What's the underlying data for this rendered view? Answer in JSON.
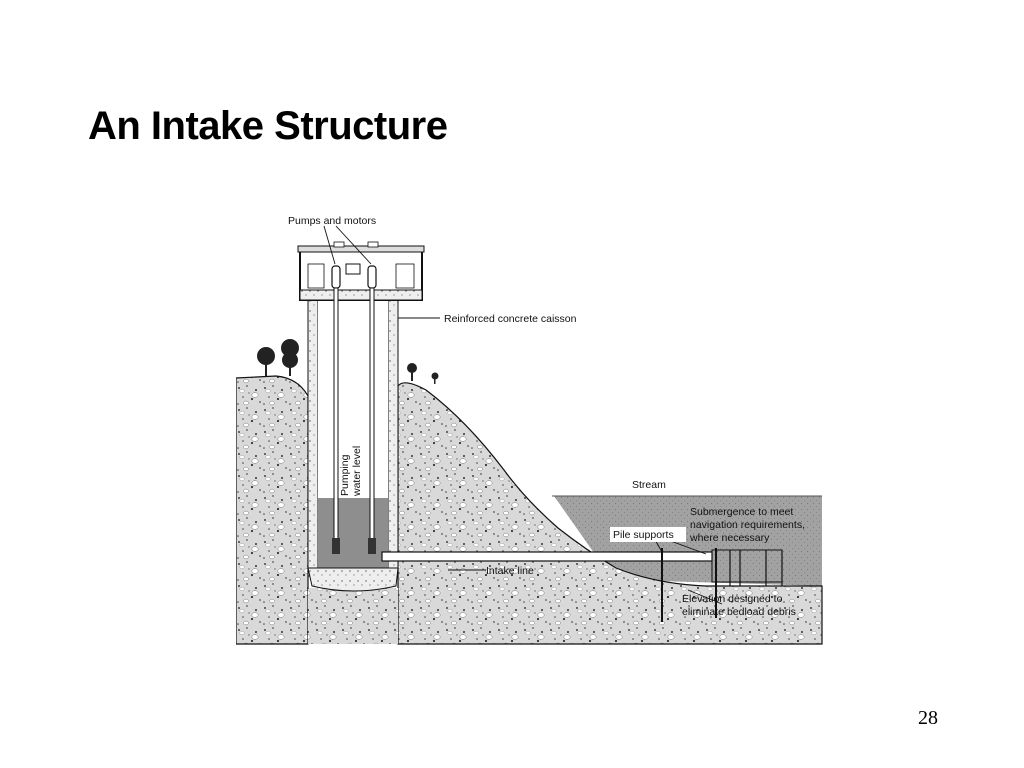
{
  "slide": {
    "title": "An Intake Structure",
    "page_number": "28"
  },
  "diagram": {
    "labels": {
      "pumps_and_motors": "Pumps and motors",
      "caisson": "Reinforced concrete caisson",
      "pumping_water_level_line1": "Pumping",
      "pumping_water_level_line2": "water level",
      "stream": "Stream",
      "submergence_line1": "Submergence to meet",
      "submergence_line2": "navigation requirements,",
      "submergence_line3": "where necessary",
      "pile_supports": "Pile supports",
      "intake_line": "Intake line",
      "elevation_line1": "Elevation designed to",
      "elevation_line2": "eliminate bedload debris"
    },
    "colors": {
      "ground": "#d6d6d6",
      "water": "#9c9c9c",
      "ink": "#111111"
    }
  }
}
